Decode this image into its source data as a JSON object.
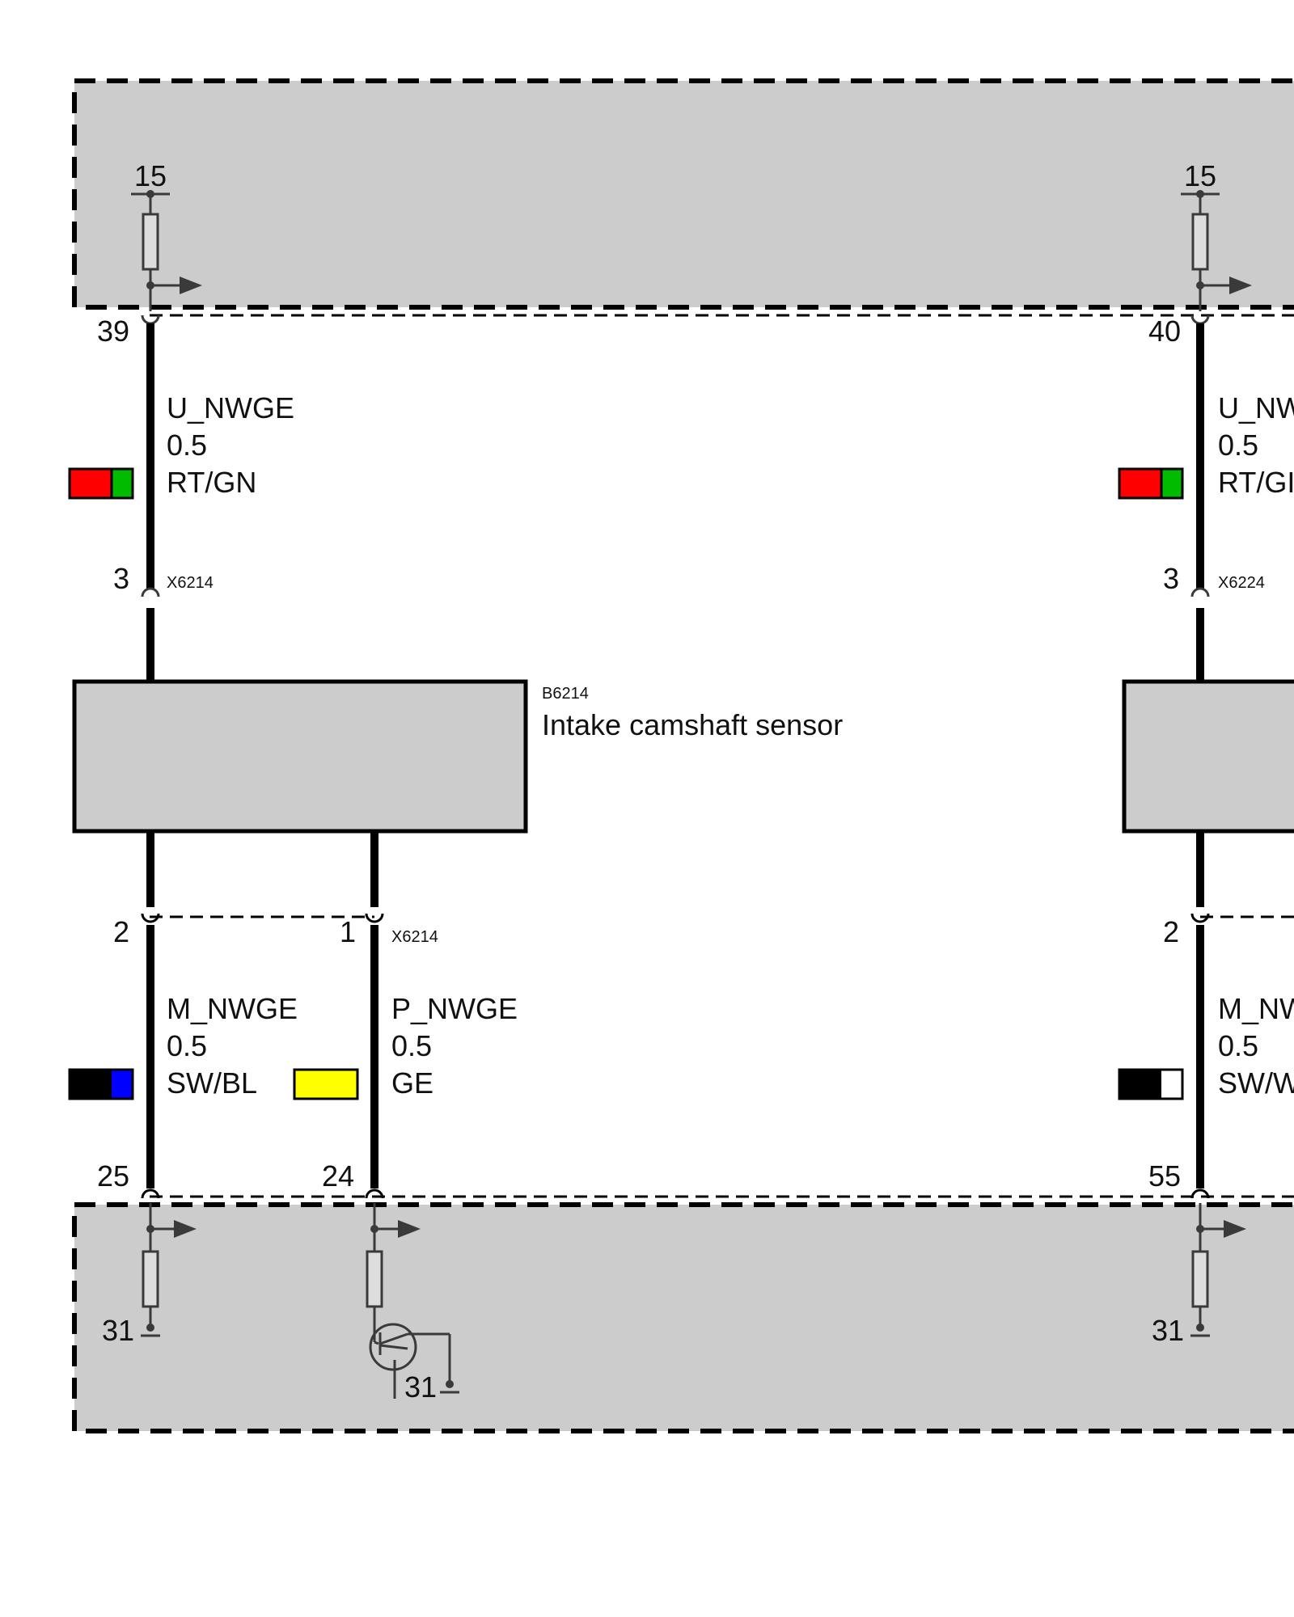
{
  "supply_left": "15",
  "supply_right": "15",
  "pin_39": "39",
  "pin_40": "40",
  "pin_25": "25",
  "pin_24": "24",
  "pin_55": "55",
  "ground_31_a": "31",
  "ground_31_b": "31",
  "ground_31_c": "31",
  "wire_left_top": {
    "signal": "U_NWGE",
    "size": "0.5",
    "color": "RT/GN",
    "swatch": [
      "#ff0000",
      "#00bb00"
    ]
  },
  "wire_right_top": {
    "signal": "U_NW",
    "size": "0.5",
    "color": "RT/GI",
    "swatch": [
      "#ff0000",
      "#00bb00"
    ]
  },
  "wire_left_m": {
    "signal": "M_NWGE",
    "size": "0.5",
    "color": "SW/BL",
    "swatch": [
      "#000000",
      "#0000ff"
    ]
  },
  "wire_left_p": {
    "signal": "P_NWGE",
    "size": "0.5",
    "color": "GE",
    "swatch": [
      "#ffff00"
    ]
  },
  "wire_right_m": {
    "signal": "M_NW",
    "size": "0.5",
    "color": "SW/W",
    "swatch": [
      "#000000",
      "#ffffff"
    ]
  },
  "conn_top_left": {
    "pin": "3",
    "name": "X6214"
  },
  "conn_top_right": {
    "pin": "3",
    "name": "X6224"
  },
  "conn_bot_left": {
    "pin2": "2",
    "pin1": "1",
    "name": "X6214"
  },
  "conn_bot_right": {
    "pin2": "2"
  },
  "sensor_left": {
    "code": "B6214",
    "name": "Intake camshaft sensor"
  }
}
